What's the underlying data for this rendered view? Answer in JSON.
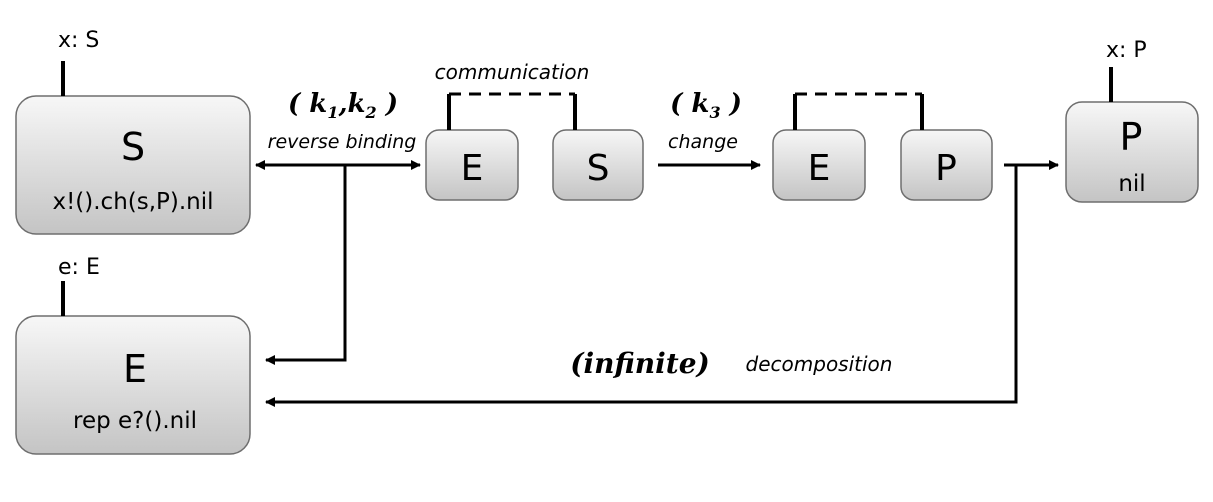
{
  "colors": {
    "box_top": "#f7f7f7",
    "box_bottom": "#c4c4c4",
    "box_stroke": "#6e6e6e",
    "line": "#000000",
    "text": "#000000"
  },
  "nodes": {
    "s_proc": {
      "title": "S",
      "body": "x!().ch(s,P).nil",
      "port": "x: S"
    },
    "e_proc": {
      "title": "E",
      "body": "rep e?().nil",
      "port": "e: E"
    },
    "p_proc": {
      "title": "P",
      "body": "nil",
      "port": "x: P"
    },
    "complex1": {
      "left": "E",
      "right": "S"
    },
    "complex2": {
      "left": "E",
      "right": "P"
    }
  },
  "labels": {
    "communication": "communication",
    "k12_open": "( k",
    "k12_sub1": "1",
    "k12_comma": ",k",
    "k12_sub2": "2",
    "k12_close": " )",
    "reverse_binding": "reverse binding",
    "k3_open": "( k",
    "k3_sub": "3",
    "k3_close": " )",
    "change": "change",
    "infinite": "(infinite)",
    "decomposition": "decomposition"
  }
}
